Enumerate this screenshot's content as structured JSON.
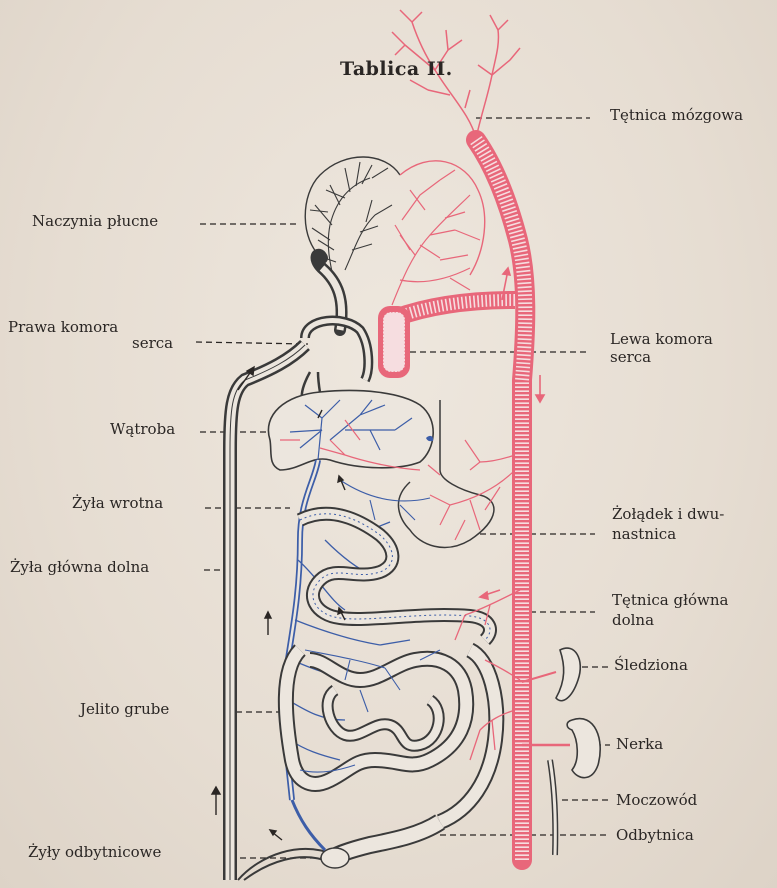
{
  "title": "Tablica II.",
  "colors": {
    "artery": "#e8677a",
    "vein_portal": "#3d5ea8",
    "vein_systemic": "#3a3a3a",
    "paper": "#e8e0d6"
  },
  "labels_left": {
    "naczynia": "Naczynia płucne",
    "prawa_1": "Prawa komora",
    "prawa_2": "serca",
    "watroba": "Wątroba",
    "wrotna": "Żyła wrotna",
    "glowna_dolna": "Żyła główna dolna",
    "jelito": "Jelito grube",
    "odbytnicowe": "Żyły odbytnicowe"
  },
  "labels_right": {
    "mozgowa": "Tętnica mózgowa",
    "lewa_1": "Lewa komora",
    "lewa_2": "serca",
    "zoladek_1": "Żołądek i dwu-",
    "zoladek_2": "nastnica",
    "tetnica_gl_1": "Tętnica główna",
    "tetnica_gl_2": "dolna",
    "sledziona": "Śledziona",
    "nerka": "Nerka",
    "moczowod": "Moczowód",
    "odbytnica": "Odbytnica"
  }
}
